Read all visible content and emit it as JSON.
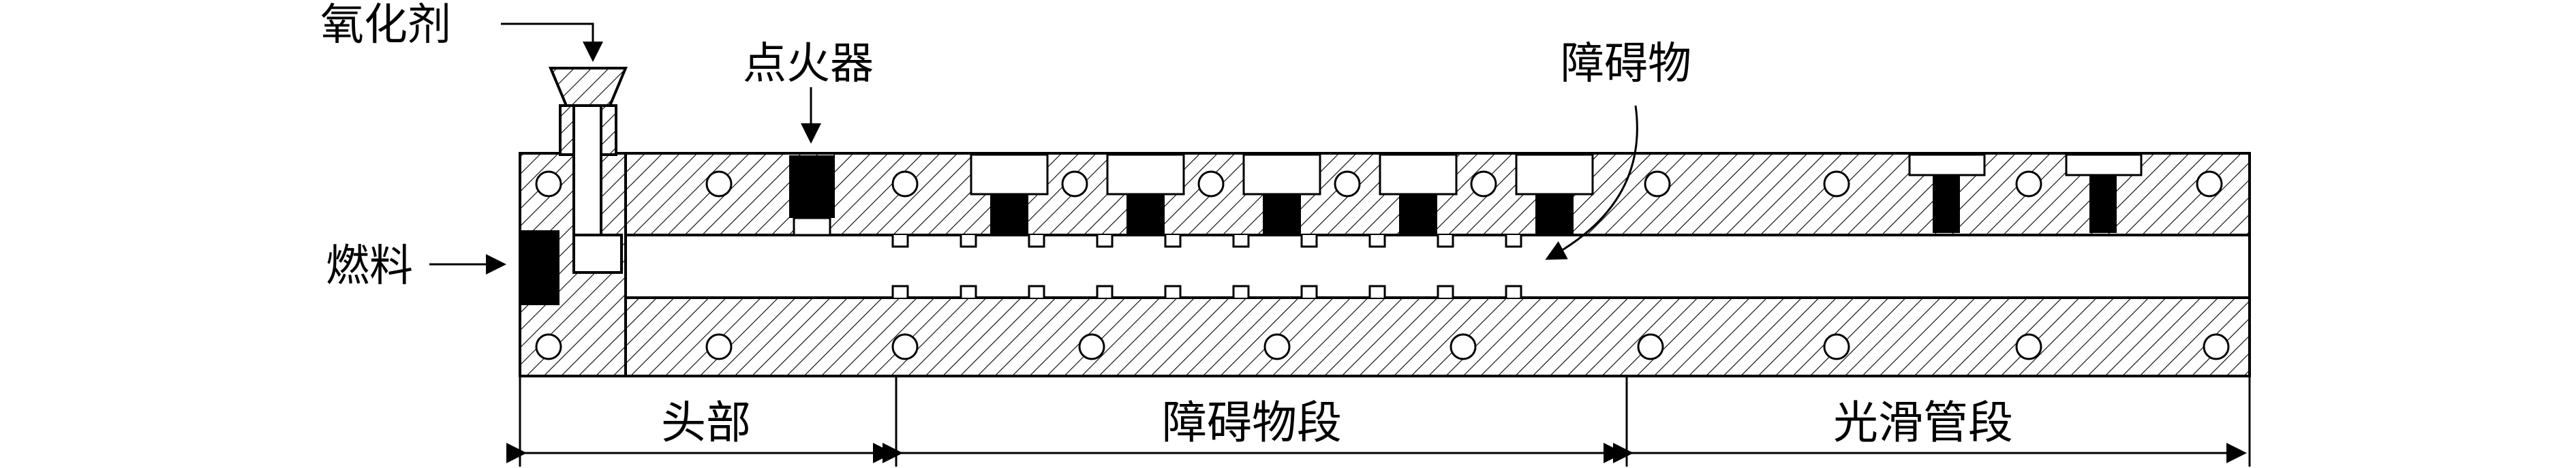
{
  "labels": {
    "oxidizer": "氧化剂",
    "igniter": "点火器",
    "obstacle": "障碍物",
    "fuel": "燃料"
  },
  "sections": {
    "head": "头部",
    "obstacle_section": "障碍物段",
    "smooth_tube_section": "光滑管段"
  },
  "colors": {
    "line": "#000000",
    "hatch": "#000000",
    "background": "#ffffff"
  }
}
